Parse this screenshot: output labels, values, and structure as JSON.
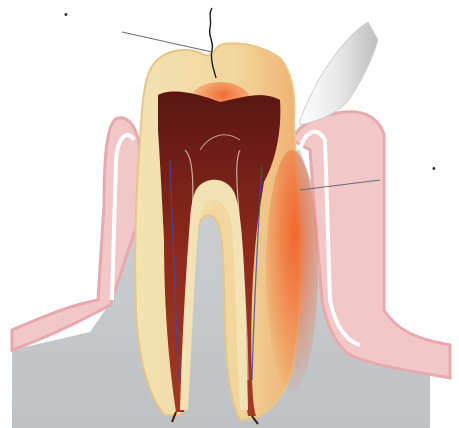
{
  "diagram": {
    "labels": [
      {
        "id": "top-left",
        "text": "•"
      },
      {
        "id": "right",
        "text": "•"
      }
    ],
    "colors": {
      "background": "#ffffff",
      "bone": "#c8cbcd",
      "gum": "#f2c7c8",
      "gum_edge": "#e9a8ad",
      "enamel": "#f1dfae",
      "dentin": "#e9c98f",
      "pulp_dark": "#6a1c16",
      "pulp": "#a83a22",
      "inflammation": "#f15a24",
      "instrument": "#eeeeee",
      "leader_line": "#6b6b6b"
    },
    "figure": "tooth-cross-section-with-pulp-inflammation"
  }
}
